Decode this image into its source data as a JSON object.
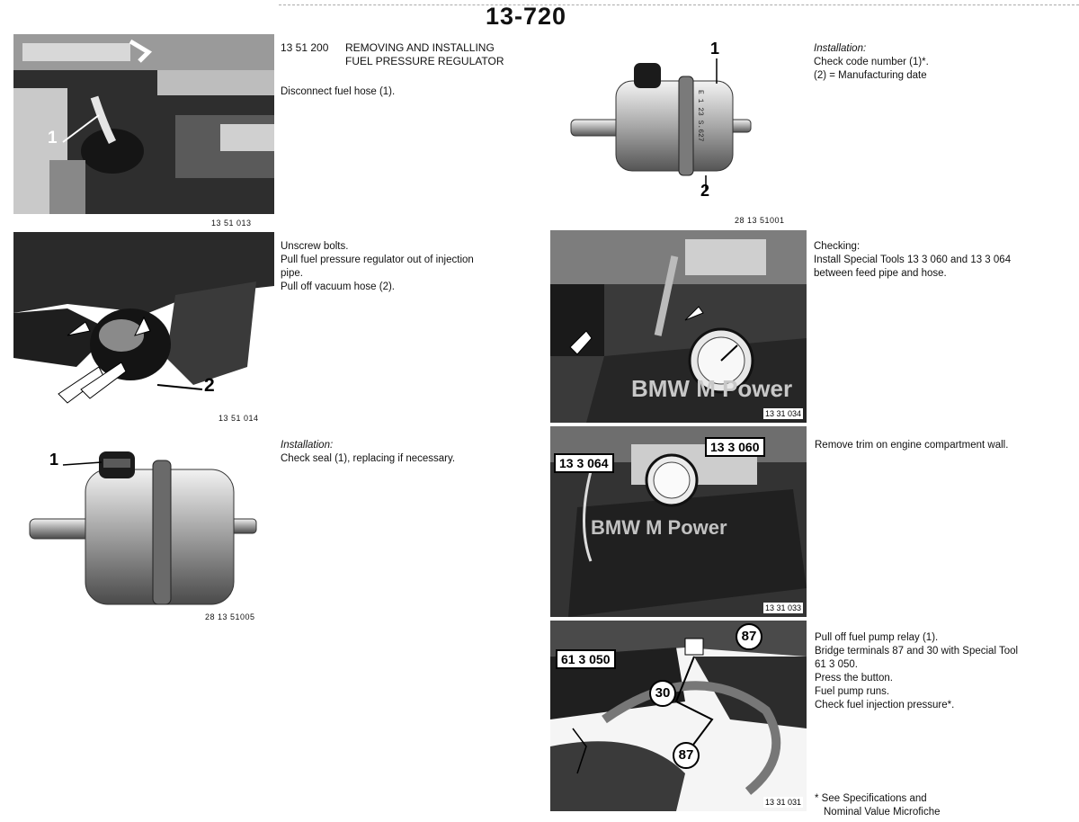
{
  "page_number": "13-720",
  "section": {
    "number": "13 51 200",
    "title_line1": "REMOVING AND INSTALLING",
    "title_line2": "FUEL PRESSURE REGULATOR"
  },
  "left": {
    "step1": {
      "text": "Disconnect fuel hose (1).",
      "caption": "13 51 013",
      "callout": "1"
    },
    "step2": {
      "lines": [
        "Unscrew bolts.",
        "Pull fuel pressure regulator out of injection",
        "pipe.",
        "Pull off vacuum hose (2)."
      ],
      "caption": "13 51 014",
      "callout": "2"
    },
    "step3": {
      "heading": "Installation:",
      "text": "Check seal (1), replacing if necessary.",
      "caption": "28 13 51005",
      "callout": "1"
    }
  },
  "right": {
    "install": {
      "heading": "Installation:",
      "lines": [
        "Check code number (1)*.",
        "(2) = Manufacturing date"
      ],
      "caption": "28 13 51001",
      "callout1": "1",
      "callout2": "2"
    },
    "checking": {
      "lines": [
        "Checking:",
        "Install Special Tools 13 3 060 and 13 3 064",
        "between feed pipe and hose."
      ],
      "caption": "13 31 034",
      "engine_text": "BMW M Power"
    },
    "trim": {
      "text": "Remove trim on engine compartment wall.",
      "caption": "13 31 033",
      "tool_a": "13 3 064",
      "tool_b": "13 3 060",
      "engine_text": "BMW M Power"
    },
    "relay": {
      "lines": [
        "Pull off fuel pump relay (1).",
        "Bridge terminals 87 and 30 with Special Tool",
        "61 3 050.",
        "Press the button.",
        "Fuel pump runs.",
        "Check fuel injection pressure*."
      ],
      "caption": "13 31 031",
      "tool": "61 3 050",
      "terminal_87": "87",
      "terminal_30": "30"
    },
    "footnote": [
      "* See Specifications and",
      "Nominal Value Microfiche"
    ]
  }
}
